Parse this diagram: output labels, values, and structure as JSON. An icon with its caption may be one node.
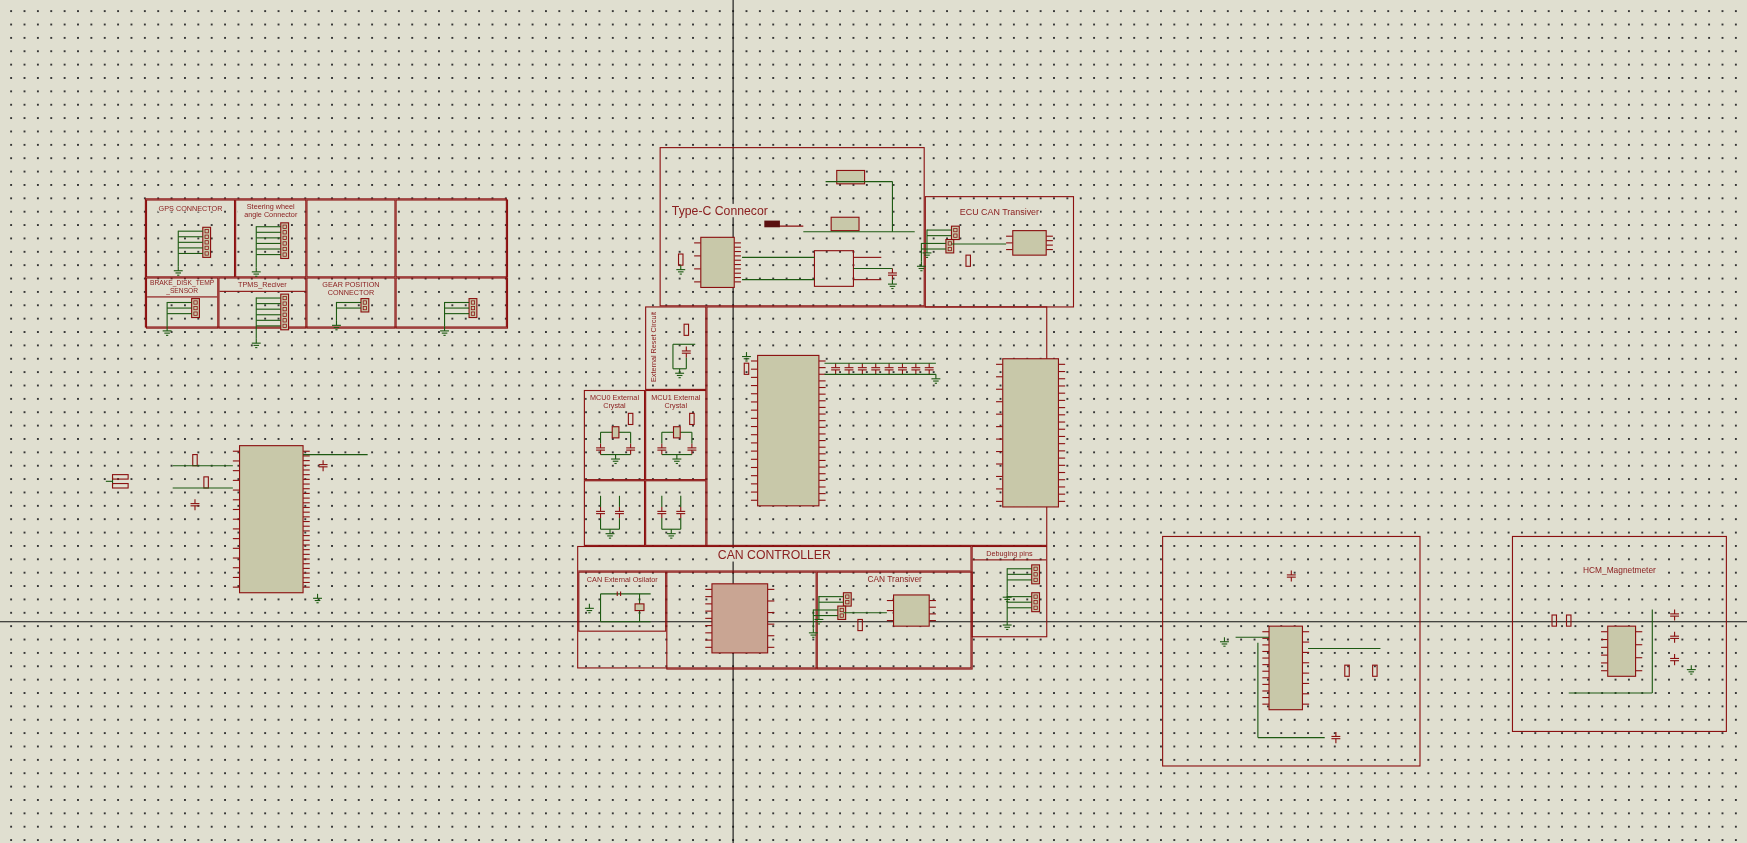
{
  "diagram": {
    "nodes": [
      {
        "text": [],
        "shape": "box"
      },
      {
        "text": [
          "GPS CONNECTOR"
        ],
        "in": 0
      },
      {
        "text": [
          "Steering wheel angle Connector"
        ],
        "in": 0
      },
      {
        "text": [],
        "shape": "box",
        "in": 0
      },
      {
        "text": [],
        "shape": "box",
        "in": 0
      },
      {
        "text": [
          "BRAKE_DISK_TEMP_SENSOR"
        ],
        "in": 0
      },
      {
        "text": [
          "TPMS_Reciver"
        ],
        "in": 0
      },
      {
        "text": [
          "GEAR POSITION CONNECTOR"
        ],
        "in": 0
      },
      {
        "text": [],
        "shape": "box",
        "in": 0
      },
      {
        "text": [
          "Type-C Connecor"
        ]
      },
      {
        "text": [
          "ECU CAN Transiver"
        ]
      },
      {
        "text": [],
        "shape": "box"
      },
      {
        "text": [
          "External Reset Circuit"
        ]
      },
      {
        "text": [
          "MCU0 External Crystal"
        ]
      },
      {
        "text": [
          "MCU1 External Crystal"
        ]
      },
      {
        "text": [],
        "shape": "box"
      },
      {
        "text": [],
        "shape": "box"
      },
      {
        "text": [
          "CAN CONTROLLER"
        ]
      },
      {
        "text": [
          "CAN External Osilator"
        ],
        "in": 17
      },
      {
        "text": [],
        "shape": "box",
        "in": 17
      },
      {
        "text": [
          "CAN Transiver"
        ],
        "in": 17
      },
      {
        "text": [
          "Debuging pins"
        ]
      },
      {
        "text": [],
        "shape": "box"
      },
      {
        "text": [
          "HCM_Magnetmeter"
        ]
      }
    ]
  }
}
